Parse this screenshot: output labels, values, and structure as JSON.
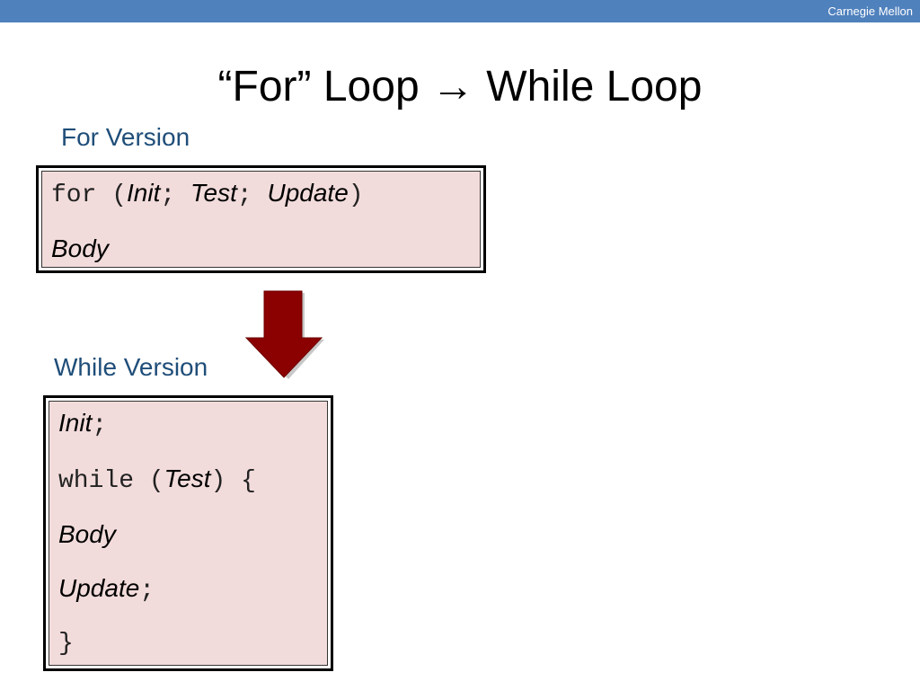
{
  "header": {
    "org": "Carnegie Mellon",
    "bar_color": "#4f81bd"
  },
  "slide": {
    "title_left": "“For” Loop ",
    "title_arrow": "→",
    "title_right": " While Loop"
  },
  "for_version": {
    "label": "For Version",
    "line1": {
      "kw": "for (",
      "init": "Init",
      "semi1": "; ",
      "test": "Test",
      "semi2": "; ",
      "update": "Update",
      "close": ")"
    },
    "line2": {
      "body": "Body"
    }
  },
  "transform_arrow": {
    "icon": "down-arrow-icon",
    "color": "#8b0000"
  },
  "while_version": {
    "label": "While Version",
    "line1": {
      "init": "Init",
      "semi": ";"
    },
    "line2": {
      "kw": "while (",
      "test": "Test",
      "close": ") {"
    },
    "line3": {
      "body": "Body"
    },
    "line4": {
      "update": "Update",
      "semi": ";"
    },
    "line5": {
      "brace": "}"
    }
  }
}
